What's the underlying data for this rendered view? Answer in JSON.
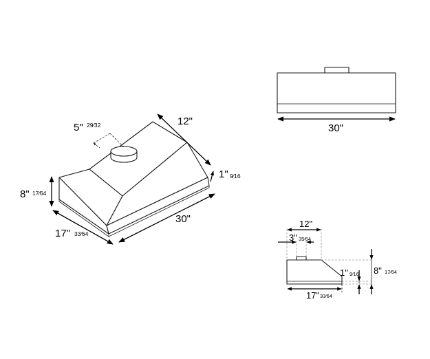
{
  "iso_view": {
    "width_label": "30\"",
    "depth_top_label": "12\"",
    "height_label_whole": "8\"",
    "height_label_frac": "17⁄64",
    "depth_bottom_whole": "17\"",
    "depth_bottom_frac": "33⁄64",
    "duct_offset_whole": "5\"",
    "duct_offset_frac": "29⁄32",
    "lip_whole": "1\"",
    "lip_frac": "9⁄16"
  },
  "front_view": {
    "width_label": "30\""
  },
  "side_view": {
    "top_depth_label": "12\"",
    "duct_whole": "3\"",
    "duct_frac": "35⁄64",
    "lip_whole": "1\"",
    "lip_frac": "9⁄16",
    "height_whole": "8\"",
    "height_frac": "17⁄64",
    "bottom_whole": "17\"",
    "bottom_frac": "33⁄64"
  }
}
